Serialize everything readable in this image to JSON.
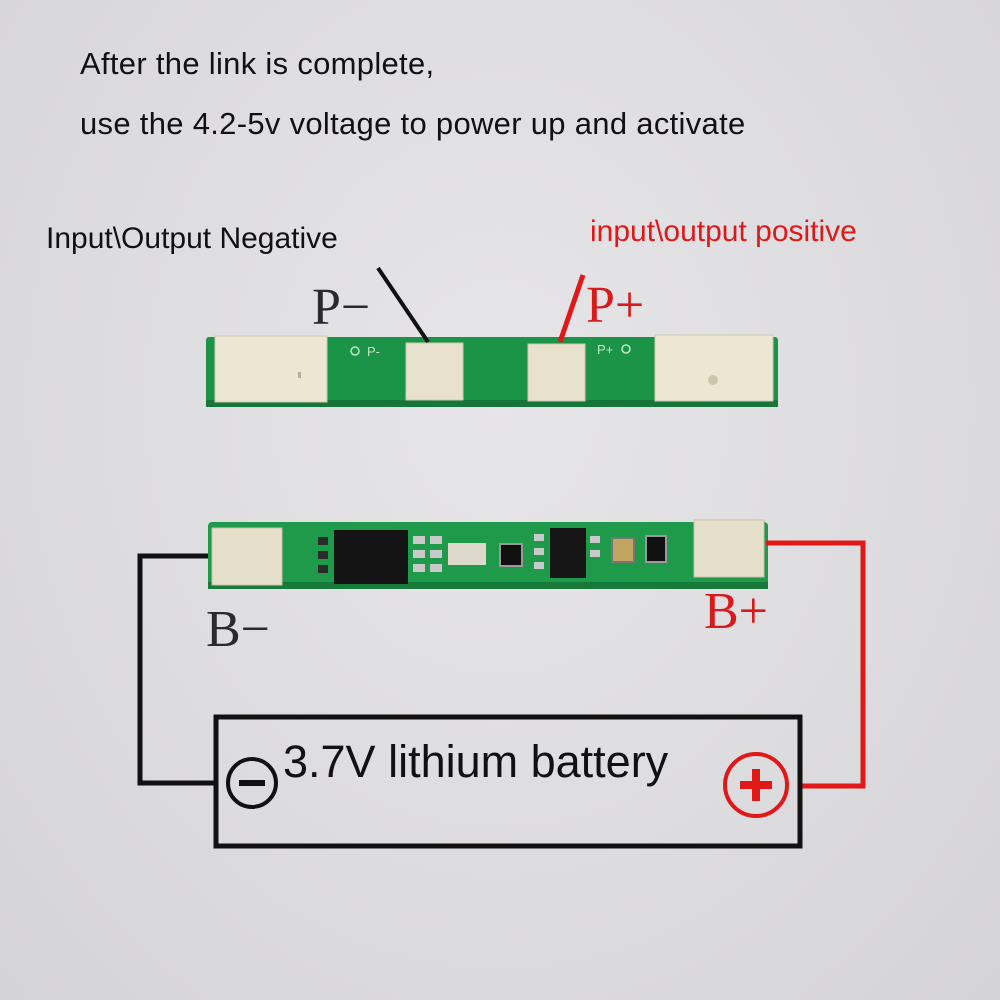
{
  "instructions": {
    "line1": "After the link is complete,",
    "line2": "use the 4.2-5v voltage to power up and activate"
  },
  "labels": {
    "output_negative": "Input\\Output Negative",
    "output_positive": "input\\output positive",
    "p_minus": "P−",
    "p_plus": "P+",
    "b_minus": "B−",
    "b_plus": "B+",
    "battery": "3.7V lithium battery"
  },
  "board_silkscreen": {
    "top_left": "P-",
    "top_right": "P+"
  },
  "colors": {
    "background": "#dddcdf",
    "pcb_green": "#1f9a4a",
    "pad": "#e9e3cf",
    "positive_wire": "#e01818",
    "negative_wire": "#111111"
  }
}
